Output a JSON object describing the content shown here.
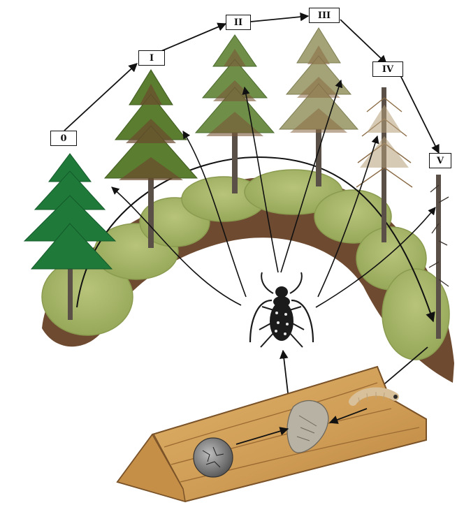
{
  "stages": [
    {
      "id": "stage-0",
      "label": "0",
      "condition": "healthy"
    },
    {
      "id": "stage-I",
      "label": "I",
      "condition": "weakened"
    },
    {
      "id": "stage-II",
      "label": "II",
      "condition": "severely-weakened"
    },
    {
      "id": "stage-III",
      "label": "III",
      "condition": "dying"
    },
    {
      "id": "stage-IV",
      "label": "IV",
      "condition": "recently-dead"
    },
    {
      "id": "stage-V",
      "label": "V",
      "condition": "old-dead"
    }
  ],
  "life_cycle": [
    "egg",
    "larva",
    "pupa",
    "adult-beetle"
  ],
  "colors": {
    "healthy_foliage": "#1f7a3a",
    "weakened_foliage": "#5b7d2f",
    "brown_needles": "#6b4a2e",
    "soil": "#6e4a30",
    "moss": "#a9b86a",
    "log_wood": "#d2a25a",
    "log_dark": "#9c6b33",
    "beetle": "#1b1b1b"
  }
}
